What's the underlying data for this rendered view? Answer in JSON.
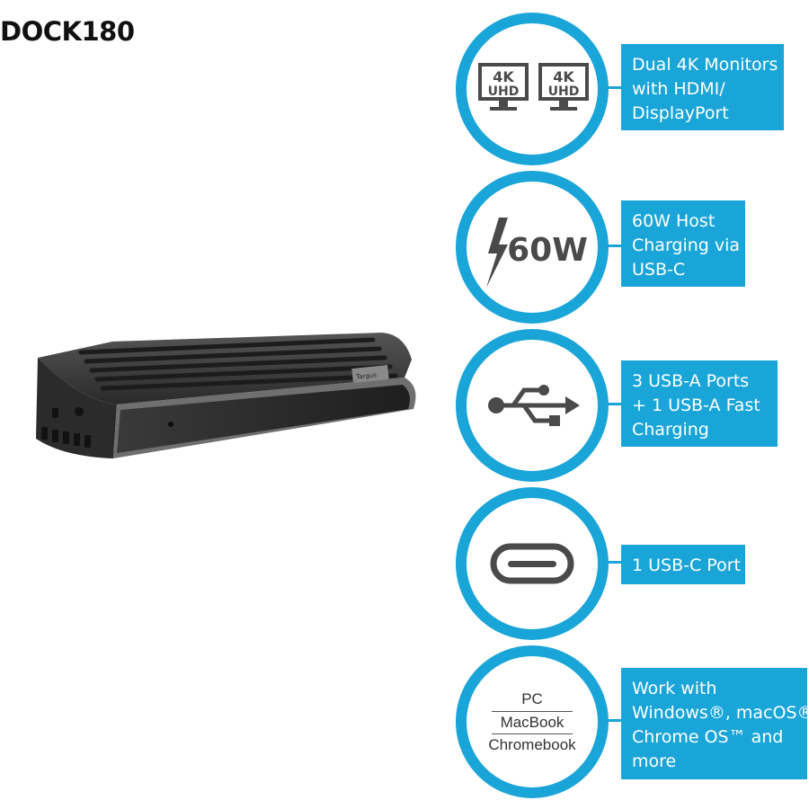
{
  "title": "DOCK180",
  "colors": {
    "accent": "#1aa5d8",
    "icon": "#4a4a4a",
    "product": "#2b2b2b"
  },
  "product_image": {
    "name": "docking-station",
    "logo_text": "Targus"
  },
  "features": [
    {
      "icon": "dual-4k-monitor-icon",
      "icon_text": [
        "4K",
        "UHD",
        "4K",
        "UHD"
      ],
      "label_lines": [
        "Dual 4K Monitors",
        "with HDMI/",
        "DisplayPort"
      ]
    },
    {
      "icon": "lightning-bolt-icon",
      "icon_text": [
        "60W"
      ],
      "label_lines": [
        "60W Host",
        "Charging via",
        "USB-C"
      ]
    },
    {
      "icon": "usb-symbol-icon",
      "icon_text": [],
      "label_lines": [
        "3 USB-A Ports",
        "+ 1 USB-A Fast",
        "Charging"
      ]
    },
    {
      "icon": "usb-c-port-icon",
      "icon_text": [],
      "label_lines": [
        "1 USB-C Port"
      ]
    },
    {
      "icon": "os-compatibility-icon",
      "icon_text": [
        "PC",
        "MacBook",
        "Chromebook"
      ],
      "label_lines": [
        "Work with",
        "Windows®, macOS®,",
        "Chrome OS™ and",
        "more"
      ]
    }
  ]
}
